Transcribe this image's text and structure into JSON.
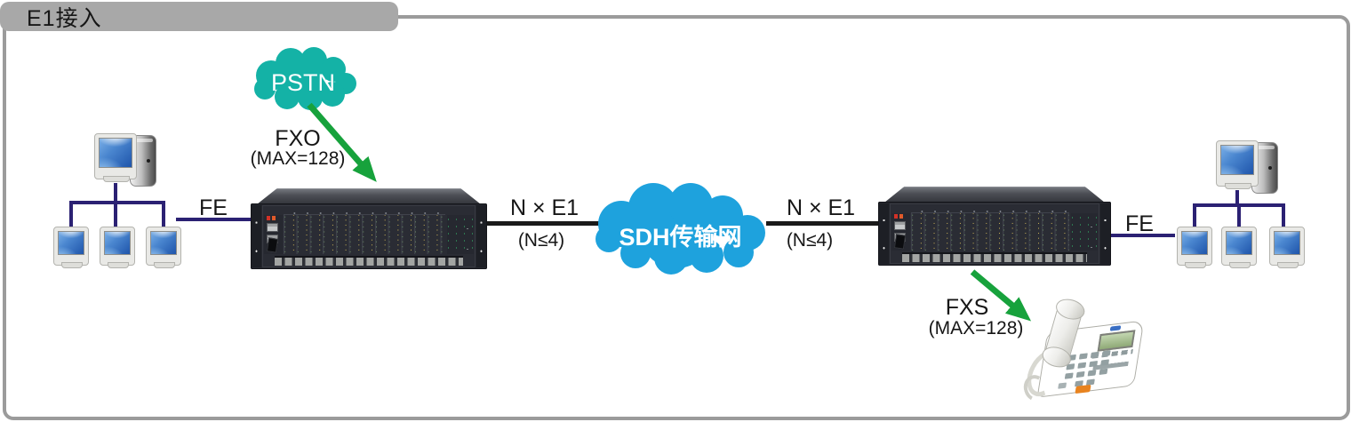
{
  "title_tab": {
    "label": "E1接入"
  },
  "left_lan": {
    "fe_label": "FE"
  },
  "right_lan": {
    "fe_label": "FE"
  },
  "pstn": {
    "label": "PSTN",
    "port_label": "FXO",
    "port_capacity": "(MAX=128)"
  },
  "phone": {
    "port_label": "FXS",
    "port_capacity": "(MAX=128)"
  },
  "sdh": {
    "label": "SDH传输网"
  },
  "links": {
    "left_e1_label": "N × E1",
    "left_e1_limit": "(N≤4)",
    "right_e1_label": "N × E1",
    "right_e1_limit": "(N≤4)"
  },
  "colors": {
    "pstn_cloud": "#14b2a6",
    "sdh_cloud": "#1ea2dd",
    "arrow_green": "#17a23c",
    "lan_line": "#2b2173",
    "e1_line": "#1a1a1a",
    "tab_gray": "#a8a8a8",
    "frame_border": "#9b9b9b"
  },
  "icons": {
    "pstn": "cloud-shape",
    "sdh": "cloud-shape",
    "fxo": "green-arrow",
    "fxs": "green-arrow"
  }
}
